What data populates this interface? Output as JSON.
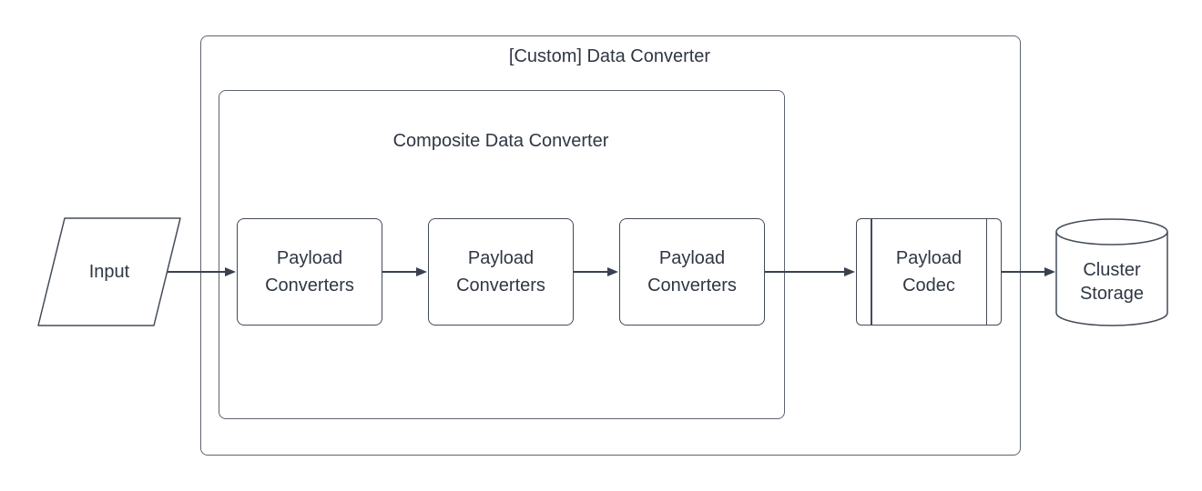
{
  "diagram": {
    "outer_container": {
      "title": "[Custom] Data Converter"
    },
    "inner_container": {
      "title": "Composite Data Converter"
    },
    "nodes": {
      "input": {
        "label": "Input",
        "shape": "parallelogram"
      },
      "converters": [
        {
          "label": "Payload Converters",
          "shape": "rounded-rectangle"
        },
        {
          "label": "Payload Converters",
          "shape": "rounded-rectangle"
        },
        {
          "label": "Payload Converters",
          "shape": "rounded-rectangle"
        }
      ],
      "codec": {
        "label": "Payload Codec",
        "shape": "predefined-process"
      },
      "storage": {
        "label": "Cluster Storage",
        "shape": "cylinder"
      }
    },
    "edges": [
      {
        "from": "input",
        "to": "converters-1"
      },
      {
        "from": "converters-1",
        "to": "converters-2"
      },
      {
        "from": "converters-2",
        "to": "converters-3"
      },
      {
        "from": "converters-3",
        "to": "codec"
      },
      {
        "from": "codec",
        "to": "storage"
      }
    ],
    "colors": {
      "background": "#ffffff",
      "shape_stroke": "#434b59",
      "container_stroke": "#5d6470",
      "arrow": "#39414f",
      "text": "#2f3744"
    }
  }
}
